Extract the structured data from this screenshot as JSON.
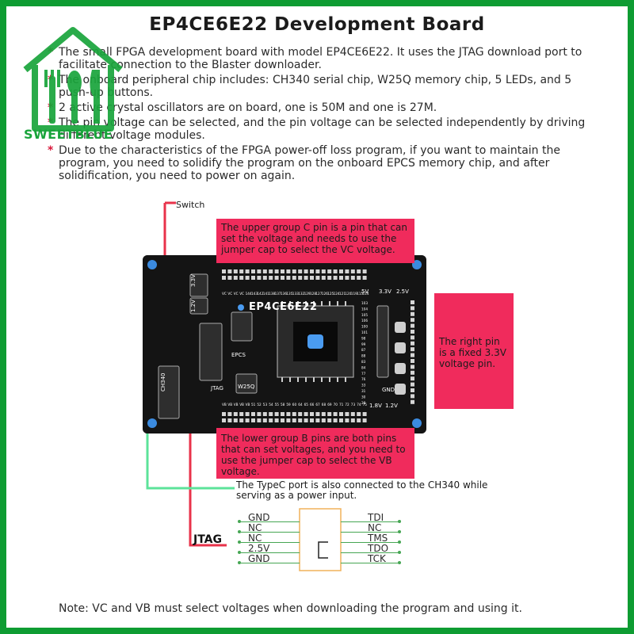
{
  "title": "EP4CE6E22 Development Board",
  "brand": {
    "name": "SWEETBLUE",
    "color": "#19a43b",
    "icon": "house-fork-spoon-icon"
  },
  "bullets": [
    "The small FPGA development board with model EP4CE6E22. It uses the JTAG download port to facilitate connection to the Blaster downloader.",
    "The onboard peripheral chip includes: CH340 serial chip, W25Q memory chip, 5 LEDs, and 5 push-up buttons.",
    "2 active crystal oscillators are on board, one is 50M and one is 27M.",
    "The pin voltage can be selected, and the pin voltage can be selected independently by driving different voltage modules.",
    "Due to the characteristics of the FPGA power-off loss program, if you want to maintain the program, you need to solidify the program on the onboard EPCS memory chip, and after solidification, you need to power on again."
  ],
  "board": {
    "chip_label": "EP4CE6E22",
    "labels": {
      "epcs": "EPCS",
      "w25q": "W25Q",
      "ch340": "CH340",
      "jtag": "JTAG",
      "v5": "5V",
      "v33": "3.3V",
      "v25": "2.5V",
      "v18": "1.8V",
      "v12": "1.2V",
      "gnd": "GND",
      "v33_side": "3.3V",
      "v12_side": "1.2V"
    },
    "top_pins": [
      "VC",
      "VC",
      "VC",
      "VC",
      "144",
      "143",
      "142",
      "141",
      "138",
      "137",
      "136",
      "135",
      "133",
      "132",
      "129",
      "128",
      "127",
      "126",
      "125",
      "124",
      "121",
      "120",
      "119",
      "115",
      "114"
    ],
    "bottom_pins": [
      "VB",
      "VB",
      "VB",
      "VB",
      "VB",
      "51",
      "52",
      "53",
      "54",
      "55",
      "58",
      "59",
      "60",
      "64",
      "65",
      "66",
      "67",
      "68",
      "69",
      "70",
      "71",
      "72",
      "73",
      "74",
      "75"
    ],
    "right_pins": [
      "103",
      "104",
      "105",
      "106",
      "100",
      "101",
      "98",
      "99",
      "87",
      "88",
      "83",
      "84",
      "77",
      "76",
      "33",
      "31",
      "30",
      "28"
    ]
  },
  "callouts": {
    "top": "The upper group C pin is a pin that can set the voltage and needs to use the jumper cap to select the VC voltage.",
    "right": "The right pin is a fixed 3.3V voltage pin.",
    "bottom": "The lower group B pins are both pins that can set voltages, and you need to use the jumper cap to select the VB voltage.",
    "color": "#f02b5c"
  },
  "labels": {
    "switch": "Switch",
    "typec": "The TypeC port is also connected to the CH340 while serving as a power input.",
    "jtag": "JTAG"
  },
  "jtag": {
    "left": [
      "GND",
      "NC",
      "NC",
      "2.5V",
      "GND"
    ],
    "right": [
      "TDI",
      "NC",
      "TMS",
      "TDO",
      "TCK"
    ]
  },
  "note": "Note: VC and VB must select voltages when downloading the program and using it.",
  "colors": {
    "frame": "#0e9c32",
    "wire_red": "#e8324a",
    "wire_green": "#5ce39a",
    "pin_line": "#46a653"
  }
}
